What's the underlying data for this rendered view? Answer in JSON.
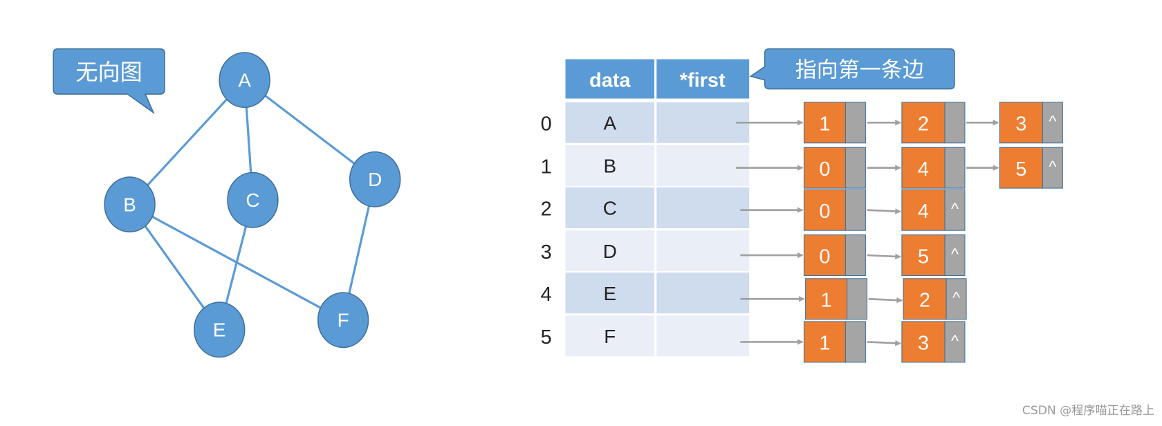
{
  "colors": {
    "node_fill": "#5b9bd5",
    "node_stroke": "#41719c",
    "edge": "#5b9bd5",
    "header_fill": "#5b9bd5",
    "row_dark": "#cfdcee",
    "row_light": "#e9eef7",
    "list_data": "#ed7d31",
    "list_next": "#a5a5a5",
    "arrow": "#a0a0a0",
    "watermark": "#999999"
  },
  "graph": {
    "callout": "无向图",
    "nodes": [
      "A",
      "B",
      "C",
      "D",
      "E",
      "F"
    ],
    "edges": [
      [
        "A",
        "B"
      ],
      [
        "A",
        "C"
      ],
      [
        "A",
        "D"
      ],
      [
        "B",
        "E"
      ],
      [
        "B",
        "F"
      ],
      [
        "C",
        "E"
      ],
      [
        "D",
        "F"
      ]
    ]
  },
  "table": {
    "headers": [
      "data",
      "*first"
    ],
    "callout": "指向第一条边",
    "rows": [
      {
        "index": "0",
        "data": "A",
        "list": [
          "1",
          "2",
          "3"
        ]
      },
      {
        "index": "1",
        "data": "B",
        "list": [
          "0",
          "4",
          "5"
        ]
      },
      {
        "index": "2",
        "data": "C",
        "list": [
          "0",
          "4"
        ]
      },
      {
        "index": "3",
        "data": "D",
        "list": [
          "0",
          "5"
        ]
      },
      {
        "index": "4",
        "data": "E",
        "list": [
          "1",
          "2"
        ]
      },
      {
        "index": "5",
        "data": "F",
        "list": [
          "1",
          "3"
        ]
      }
    ],
    "null_symbol": "^"
  },
  "watermark": "CSDN @程序喵正在路上"
}
